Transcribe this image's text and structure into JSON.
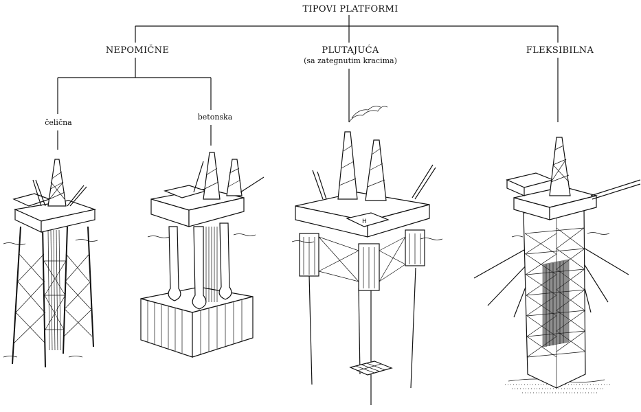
{
  "root": {
    "title": "TIPOVI PLATFORMI"
  },
  "categories": {
    "fixed": {
      "label": "NEPOMIČNE"
    },
    "floating": {
      "label": "PLUTAJUĆA",
      "sublabel": "(sa zategnutim kracima)"
    },
    "flexible": {
      "label": "FLEKSIBILNA"
    }
  },
  "subtypes": {
    "steel": {
      "label": "čelična"
    },
    "concrete": {
      "label": "betonska"
    }
  },
  "colors": {
    "ink": "#111111",
    "paper": "#ffffff"
  }
}
